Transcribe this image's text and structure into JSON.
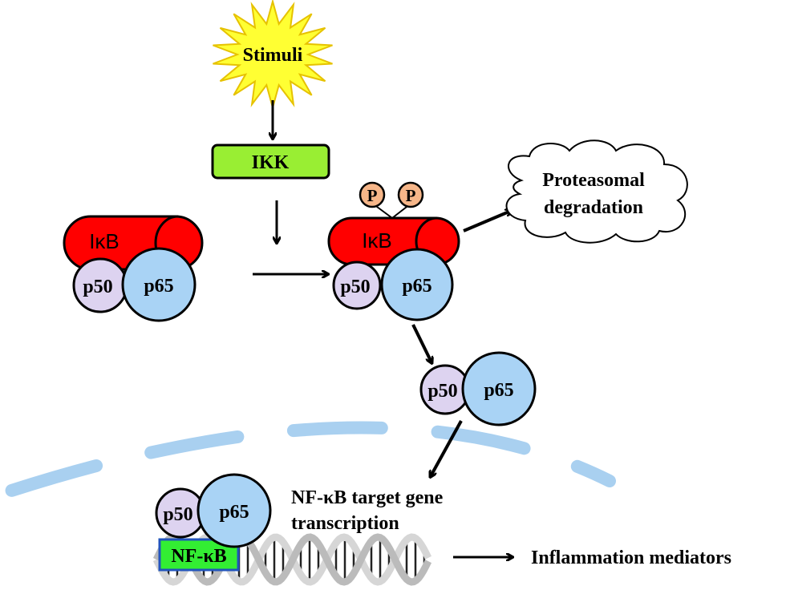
{
  "stimuli": "Stimuli",
  "ikk": "IKK",
  "ikb": "IκB",
  "p50": "p50",
  "p65": "p65",
  "phospho": "P",
  "proteasome": {
    "line1": "Proteasomal",
    "line2": "degradation"
  },
  "target": {
    "line1": "NF-κB target gene",
    "line2": "transcription"
  },
  "nfkb_box": "NF-κB",
  "output": "Inflammation mediators",
  "colors": {
    "stimuli_star": "#ffff33",
    "ikk_box": "#99ee33",
    "ikb": "#ff0000",
    "p50": "#ddd3f0",
    "p65": "#a9d3f5",
    "phospho": "#f6b689",
    "membrane": "#a9d0f0",
    "nfkb_box": "#33ee33"
  }
}
